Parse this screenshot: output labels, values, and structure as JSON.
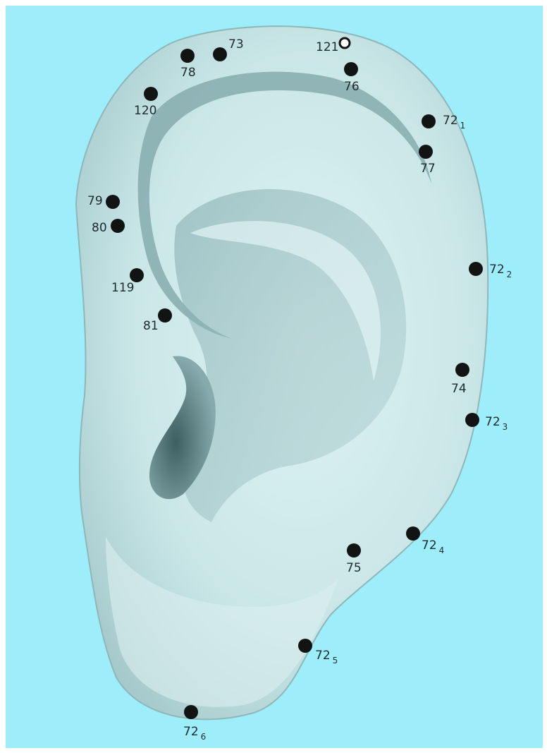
{
  "colors": {
    "background": "#9deefa",
    "ear_light": "#d3ecec",
    "ear_mid": "#a9cccd",
    "ear_shadow": "#5f8487",
    "point": "#121414",
    "text": "#1f2a2c"
  },
  "points": [
    {
      "id": "p73",
      "label": "73",
      "sub": ""
    },
    {
      "id": "p78",
      "label": "78",
      "sub": ""
    },
    {
      "id": "p121",
      "label": "121",
      "sub": "",
      "hollow": true
    },
    {
      "id": "p76",
      "label": "76",
      "sub": ""
    },
    {
      "id": "p120",
      "label": "120",
      "sub": ""
    },
    {
      "id": "p72-1",
      "label": "72",
      "sub": "1"
    },
    {
      "id": "p77",
      "label": "77",
      "sub": ""
    },
    {
      "id": "p79",
      "label": "79",
      "sub": ""
    },
    {
      "id": "p80",
      "label": "80",
      "sub": ""
    },
    {
      "id": "p72-2",
      "label": "72",
      "sub": "2"
    },
    {
      "id": "p119",
      "label": "119",
      "sub": ""
    },
    {
      "id": "p81",
      "label": "81",
      "sub": ""
    },
    {
      "id": "p74",
      "label": "74",
      "sub": ""
    },
    {
      "id": "p72-3",
      "label": "72",
      "sub": "3"
    },
    {
      "id": "p72-4",
      "label": "72",
      "sub": "4"
    },
    {
      "id": "p75",
      "label": "75",
      "sub": ""
    },
    {
      "id": "p72-5",
      "label": "72",
      "sub": "5"
    },
    {
      "id": "p72-6",
      "label": "72",
      "sub": "6"
    }
  ]
}
